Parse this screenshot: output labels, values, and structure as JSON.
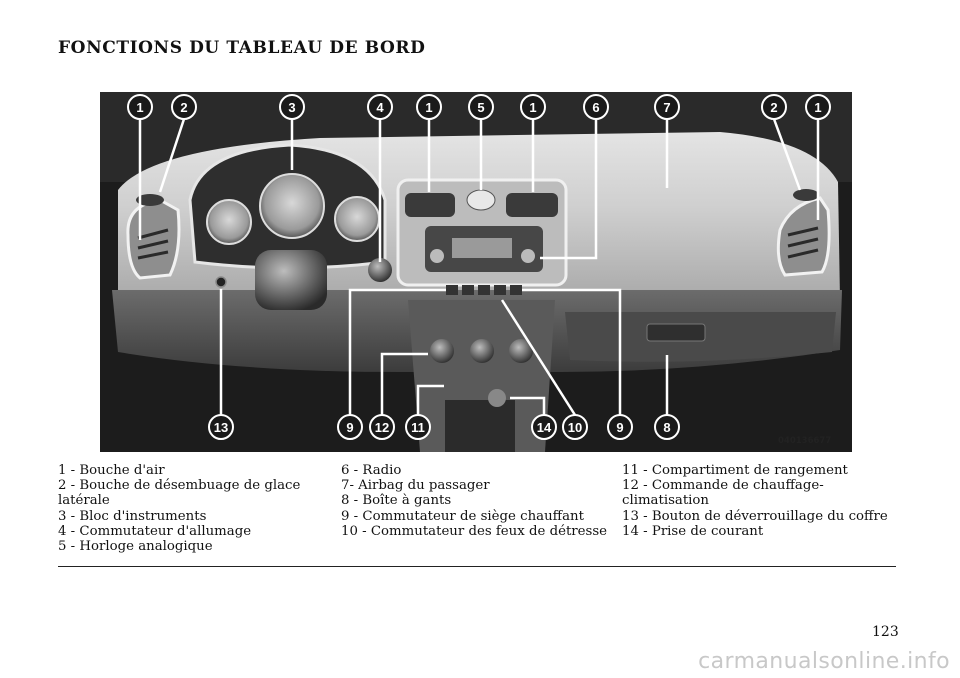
{
  "page": {
    "title": "FONCTIONS DU TABLEAU DE BORD",
    "page_number": "123",
    "figure_code": "040136677",
    "watermark": "carmanualsonline.info"
  },
  "callouts": {
    "top": [
      "1",
      "2",
      "3",
      "4",
      "1",
      "5",
      "1",
      "6",
      "7",
      "2",
      "1"
    ],
    "bottom": [
      "13",
      "9",
      "12",
      "11",
      "14",
      "10",
      "9",
      "8"
    ]
  },
  "legend": {
    "col1": [
      "1 - Bouche d'air",
      "2 - Bouche de désembuage de glace",
      "latérale",
      "3 - Bloc d'instruments",
      "4 - Commutateur d'allumage",
      "5 - Horloge analogique"
    ],
    "col2": [
      "6 - Radio",
      "7- Airbag du passager",
      "8 - Boîte à gants",
      "9 - Commutateur de siège chauffant",
      "10 - Commutateur des feux de détresse"
    ],
    "col3": [
      "11 - Compartiment de rangement",
      "12 - Commande de chauffage-",
      "climatisation",
      "13 - Bouton de déverrouillage du coffre",
      "14 - Prise de courant"
    ]
  }
}
